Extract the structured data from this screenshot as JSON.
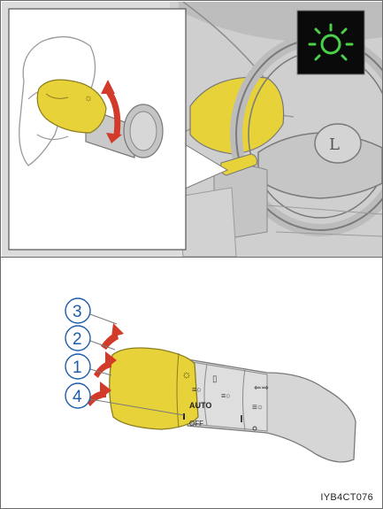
{
  "figure_code": "IYB4CT076",
  "indicator": {
    "name": "headlight-indicator",
    "glow_color": "#4ad14a",
    "bg_color": "#0a0a0a"
  },
  "callouts": [
    {
      "number": "3",
      "meaning": ""
    },
    {
      "number": "2",
      "meaning": ""
    },
    {
      "number": "1",
      "meaning": ""
    },
    {
      "number": "4",
      "meaning": ""
    }
  ],
  "switch_labels": {
    "auto": "AUTO",
    "off": "OFF"
  },
  "colors": {
    "switch_tip": "#e8d23a",
    "arrow": "#d23a2a",
    "callout": "#1e5da8"
  }
}
